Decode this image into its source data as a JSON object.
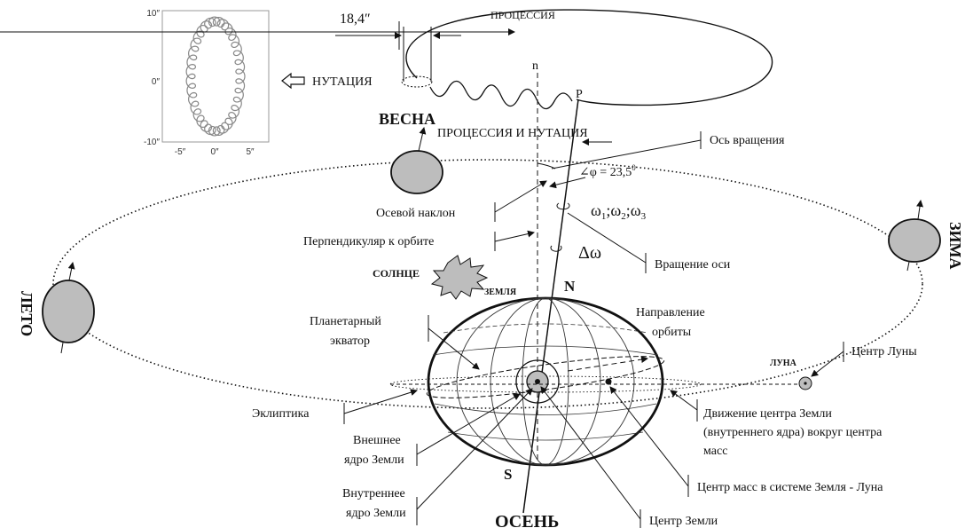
{
  "inset": {
    "y_ticks": [
      "10″",
      "0″",
      "-10″"
    ],
    "x_ticks": [
      "-5″",
      "0″",
      "5″"
    ]
  },
  "labels": {
    "aberration": "18,4″",
    "precession": "ПРОЦЕССИЯ",
    "nutation": "НУТАЦИЯ",
    "n": "n",
    "P": "P",
    "precession_nutation": "ПРОЦЕССИЯ И НУТАЦИЯ",
    "rotation_axis": "Ось вращения",
    "angle": "∠φ = 23,5",
    "angle_sup": "0",
    "axial_tilt": "Осевой наклон",
    "omegas_1": "ω",
    "omegas_sub1": "1",
    "omegas_2": ";ω",
    "omegas_sub2": "2",
    "omegas_3": ";ω",
    "omegas_sub3": "3",
    "perpendicular": "Перпендикуляр к орбите",
    "delta_omega": "Δω",
    "axis_rotation": "Вращение оси",
    "sun": "СОЛНЦЕ",
    "earth": "ЗЕМЛЯ",
    "N": "N",
    "S": "S",
    "planet_equator_1": "Планетарный",
    "planet_equator_2": "экватор",
    "orbit_direction_1": "Направление",
    "orbit_direction_2": "орбиты",
    "moon": "ЛУНА",
    "moon_center": "Центр Луны",
    "ecliptic": "Эклиптика",
    "outer_core_1": "Внешнее",
    "outer_core_2": "ядро Земли",
    "inner_core_1": "Внутреннее",
    "inner_core_2": "ядро Земли",
    "motion_1": "Движение центра Земли",
    "motion_2": "(внутреннего ядра) вокруг центра",
    "motion_3": "масс",
    "barycenter": "Центр масс в системе Земля - Луна",
    "earth_center": "Центр Земли"
  },
  "seasons": {
    "spring": "ВЕСНА",
    "summer": "ЛЕТО",
    "autumn": "ОСЕНЬ",
    "winter": "ЗИМА"
  },
  "colors": {
    "planet_fill": "#bdbdbd",
    "line": "#111111",
    "inset_curve": "#888888"
  }
}
